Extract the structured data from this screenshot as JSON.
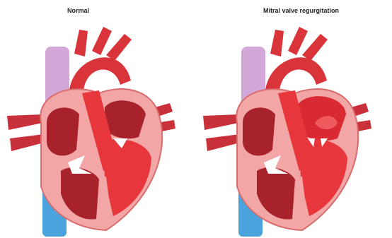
{
  "panels": [
    {
      "title": "Normal",
      "condition": "normal"
    },
    {
      "title": "Mitral valve regurgitation",
      "condition": "mitral-valve-regurgitation"
    }
  ],
  "colors": {
    "myocardium": "#f2a6a6",
    "myocardium_outline": "#d96c6c",
    "chamber_dark": "#a8222c",
    "chamber_bright": "#e8363d",
    "aorta": "#d9343a",
    "vena_cava_top": "#d3a8d8",
    "vena_cava_bottom": "#4ba3dd",
    "valve": "#ffffff"
  }
}
